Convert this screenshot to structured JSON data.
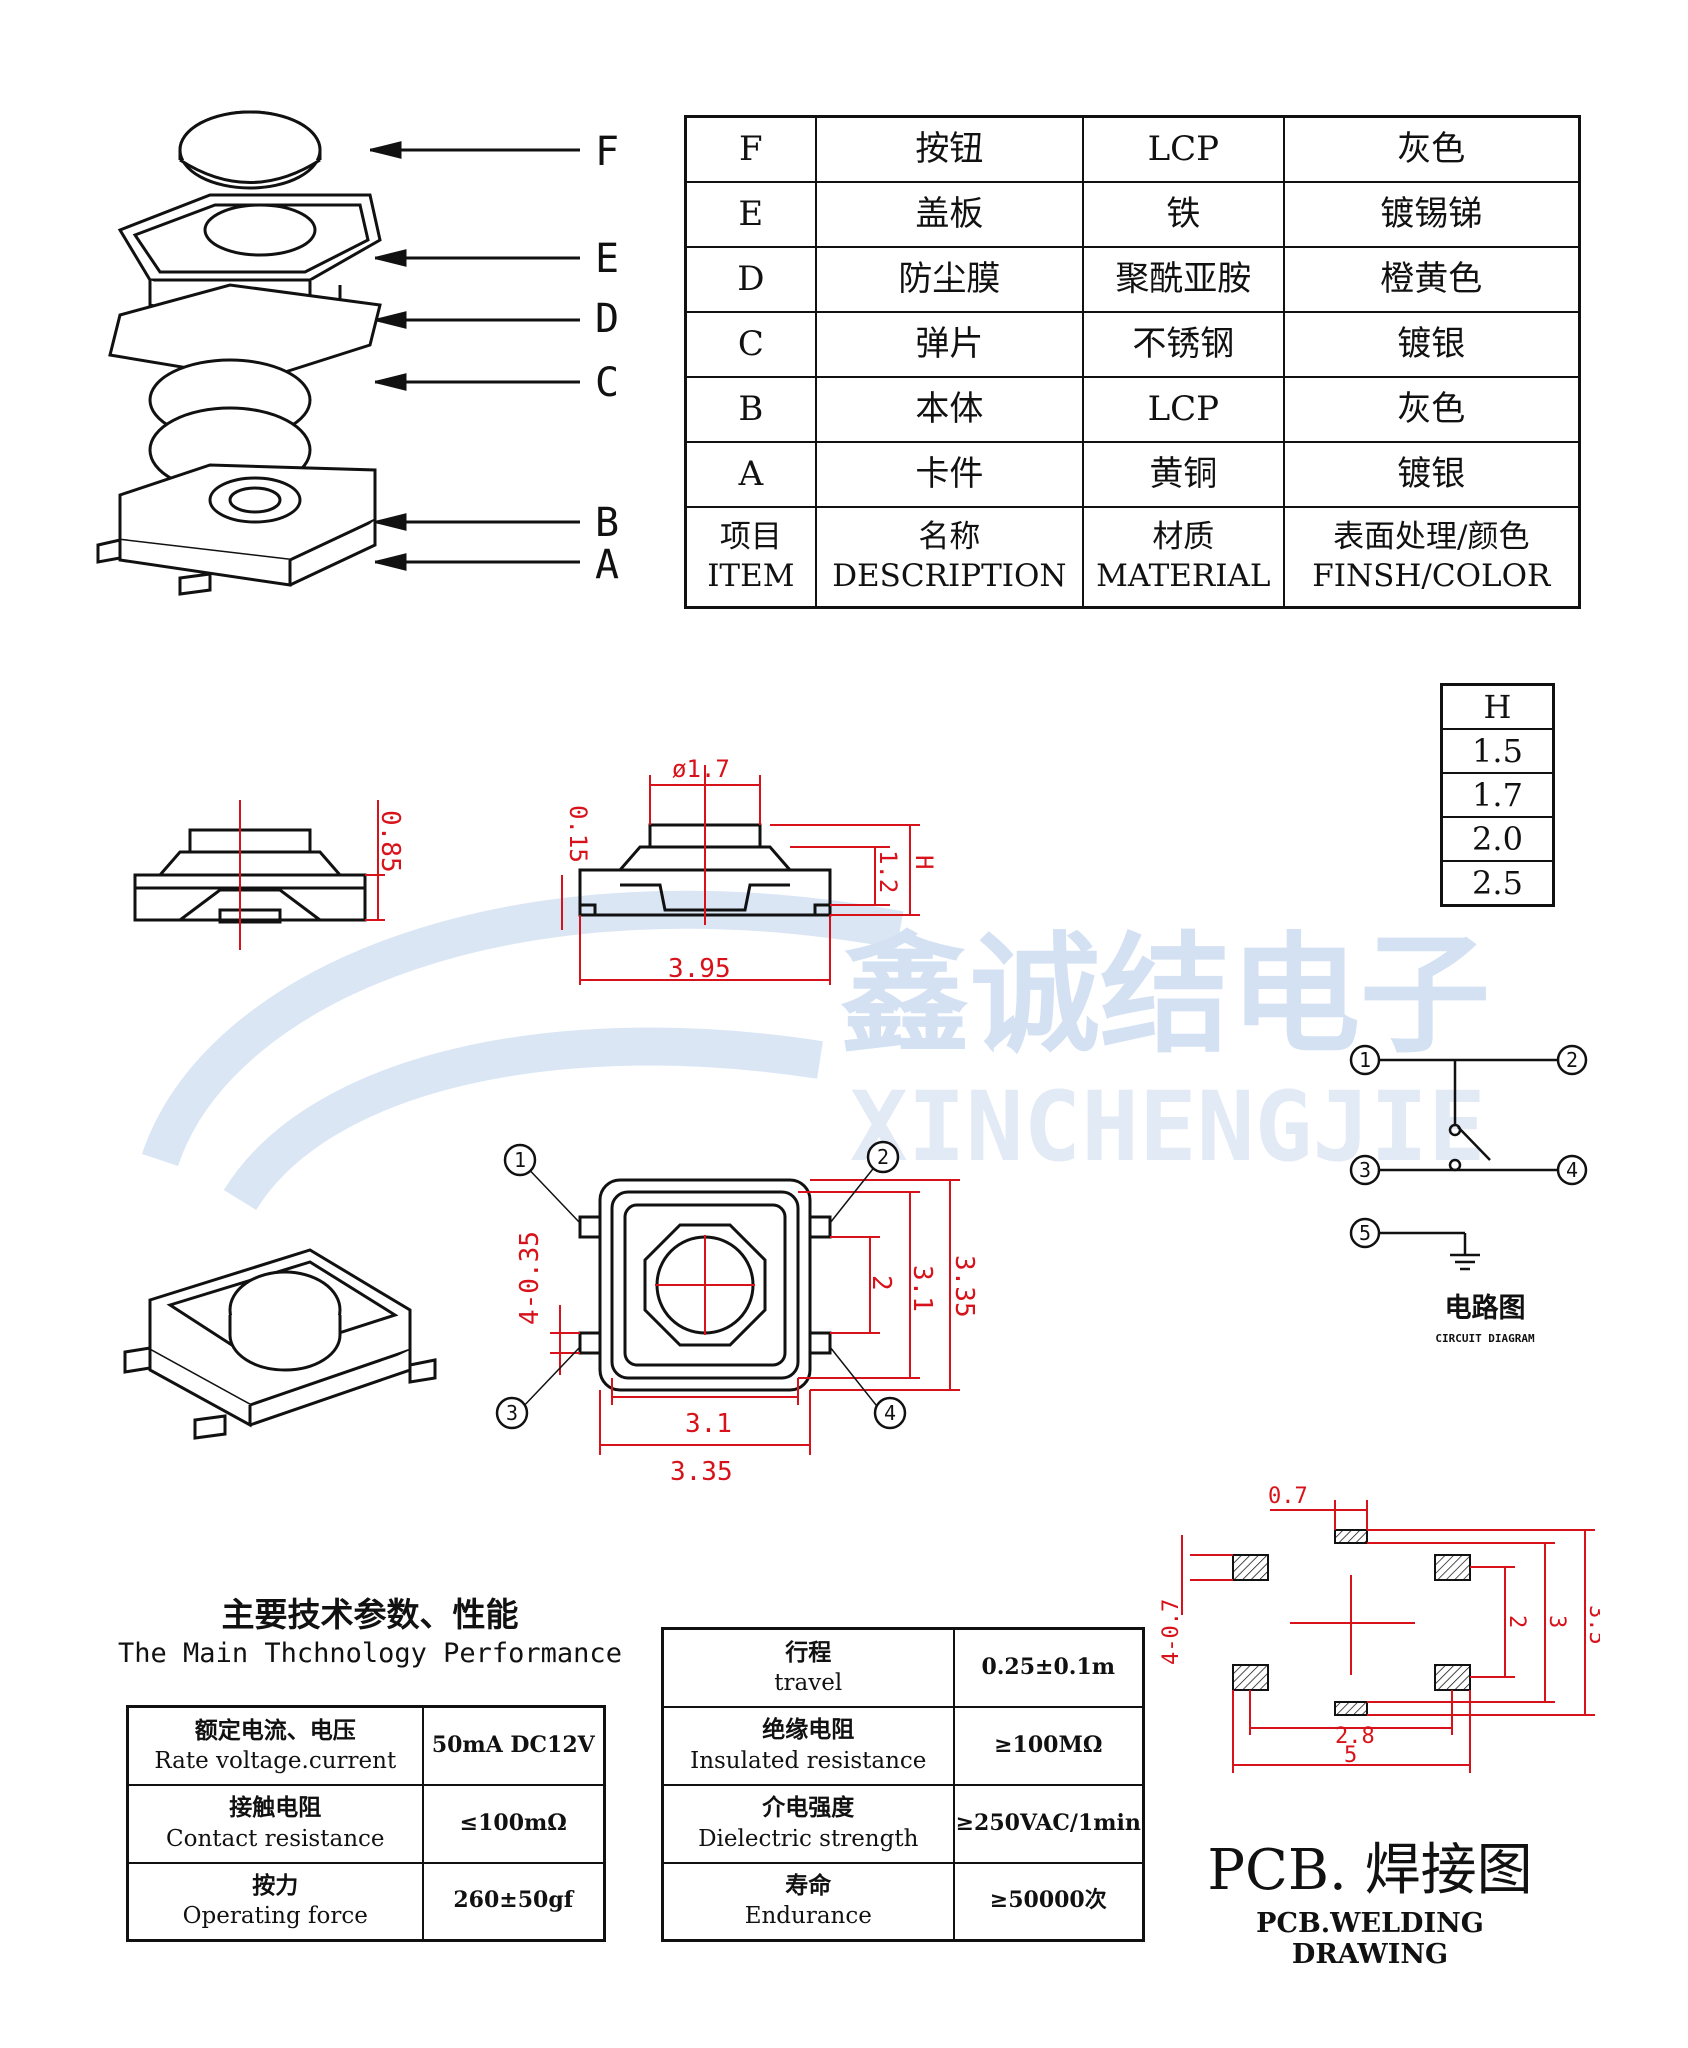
{
  "materials": {
    "rows": [
      {
        "item": "F",
        "desc": "按钮",
        "material": "LCP",
        "finish": "灰色"
      },
      {
        "item": "E",
        "desc": "盖板",
        "material": "铁",
        "finish": "镀锡锑"
      },
      {
        "item": "D",
        "desc": "防尘膜",
        "material": "聚酰亚胺",
        "finish": "橙黄色"
      },
      {
        "item": "C",
        "desc": "弹片",
        "material": "不锈钢",
        "finish": "镀银"
      },
      {
        "item": "B",
        "desc": "本体",
        "material": "LCP",
        "finish": "灰色"
      },
      {
        "item": "A",
        "desc": "卡件",
        "material": "黄铜",
        "finish": "镀银"
      }
    ],
    "header": {
      "item_cn": "项目",
      "item_en": "ITEM",
      "desc_cn": "名称",
      "desc_en": "DESCRIPTION",
      "material_cn": "材质",
      "material_en": "MATERIAL",
      "finish_cn": "表面处理/颜色",
      "finish_en": "FINSH/COLOR"
    }
  },
  "exploded_labels": [
    "F",
    "E",
    "D",
    "C",
    "B",
    "A"
  ],
  "height_table": {
    "header": "H",
    "values": [
      "1.5",
      "1.7",
      "2.0",
      "2.5"
    ]
  },
  "watermark": {
    "cn": "鑫诚结电子",
    "en": "XINCHENGJIE"
  },
  "dimensions": {
    "side_height": "0.85",
    "button_dia": "ø1.7",
    "plate": "0.15",
    "body_height": "1.2",
    "total_height": "H",
    "width": "3.95",
    "pin_pitch": "4-0.35",
    "inner_v": "2",
    "body_v": "3.1",
    "outer_v": "3.35",
    "body_h": "3.1",
    "outer_h": "3.35"
  },
  "pins": [
    "1",
    "2",
    "3",
    "4",
    "5"
  ],
  "circuit": {
    "title_cn": "电路图",
    "title_en": "CIRCUIT DIAGRAM"
  },
  "pcb": {
    "dims": {
      "pad_w": "0.7",
      "pad_pitch": "4-0.7",
      "inner": "2",
      "mid": "3",
      "outer": "3.5",
      "inner_w": "2.8",
      "outer_w": "5"
    },
    "title_cn": "PCB. 焊接图",
    "title_en": "PCB.WELDING DRAWING"
  },
  "performance": {
    "title_cn": "主要技术参数、性能",
    "title_en": "The Main Thchnology Performance",
    "left": [
      {
        "cn": "额定电流、电压",
        "en": "Rate voltage.current",
        "value": "50mA DC12V"
      },
      {
        "cn": "接触电阻",
        "en": "Contact resistance",
        "value": "≤100mΩ"
      },
      {
        "cn": "按力",
        "en": "Operating force",
        "value": "260±50gf"
      }
    ],
    "right": [
      {
        "cn": "行程",
        "en": "travel",
        "value": "0.25±0.1m"
      },
      {
        "cn": "绝缘电阻",
        "en": "Insulated resistance",
        "value": "≥100MΩ"
      },
      {
        "cn": "介电强度",
        "en": "Dielectric strength",
        "value": "≥250VAC/1min"
      },
      {
        "cn": "寿命",
        "en": "Endurance",
        "value": "≥50000次"
      }
    ]
  },
  "colors": {
    "line": "#111111",
    "dimension": "#d8121a",
    "watermark": "#c9d9f0"
  }
}
